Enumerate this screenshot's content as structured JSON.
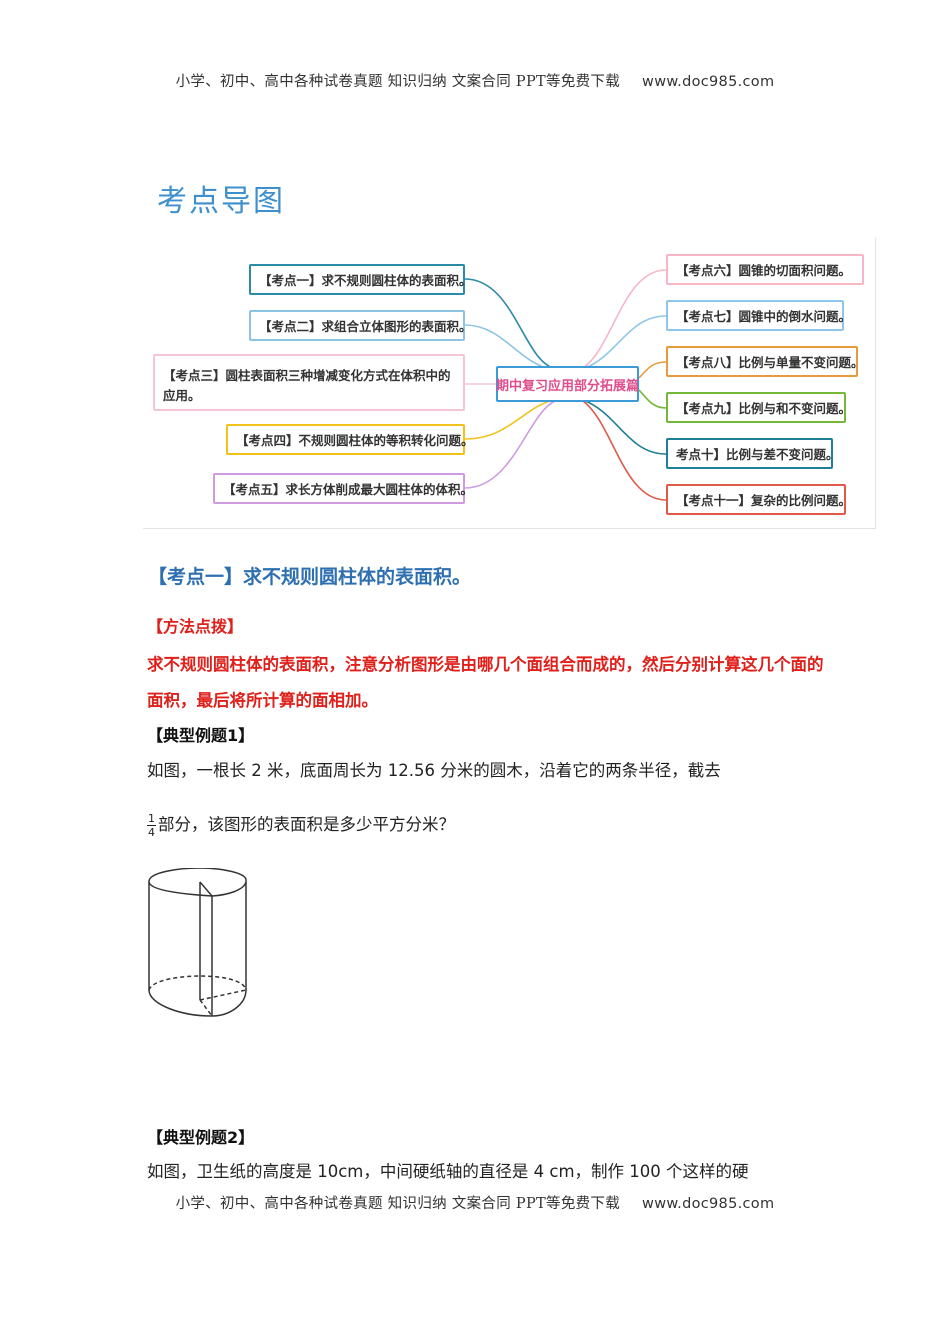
{
  "header": {
    "text": "小学、初中、高中各种试卷真题 知识归纳 文案合同 PPT等免费下载",
    "site": "www.doc985.com"
  },
  "footer": {
    "text": "小学、初中、高中各种试卷真题 知识归纳 文案合同 PPT等免费下载",
    "site": "www.doc985.com"
  },
  "page_title": "考点导图",
  "mindmap": {
    "center": "期中复习应用部分拓展篇",
    "left_nodes": [
      {
        "label": "【考点一】求不规则圆柱体的表面积。",
        "color": "#2b8aa6"
      },
      {
        "label": "【考点二】求组合立体图形的表面积。",
        "color": "#8dc3e3"
      },
      {
        "label": "【考点三】圆柱表面积三种增减变化方式在体积中的应用。",
        "color": "#f4c6d4"
      },
      {
        "label": "【考点四】不规则圆柱体的等积转化问题。",
        "color": "#f0c21a"
      },
      {
        "label": "【考点五】求长方体削成最大圆柱体的体积。",
        "color": "#cf9be0"
      }
    ],
    "right_nodes": [
      {
        "label": "【考点六】圆锥的切面积问题。",
        "color": "#f6b6c6"
      },
      {
        "label": "【考点七】圆锥中的倒水问题。",
        "color": "#8dc6ea"
      },
      {
        "label": "【考点八】比例与单量不变问题。",
        "color": "#e79a3e"
      },
      {
        "label": "【考点九】比例与和不变问题。",
        "color": "#73b83b"
      },
      {
        "label": "考点十】比例与差不变问题。",
        "color": "#1f7f94"
      },
      {
        "label": "【考点十一】复杂的比例问题。",
        "color": "#e05a4a"
      }
    ]
  },
  "section1": {
    "title": "【考点一】求不规则圆柱体的表面积。",
    "method_heading": "【方法点拨】",
    "method_text": "求不规则圆柱体的表面积，注意分析图形是由哪几个面组合而成的，然后分别计算这几个面的面积，最后将所计算的面相加。",
    "example1_heading": "【典型例题1】",
    "example1_line1": "如图，一根长 2 米，底面周长为 12.56 分米的圆木，沿着它的两条半径，截去",
    "fraction_num": "1",
    "fraction_den": "4",
    "example1_line2": "部分，该图形的表面积是多少平方分米？",
    "example2_heading": "【典型例题2】",
    "example2_line1": "如图，卫生纸的高度是 10cm，中间硬纸轴的直径是 4 cm，制作 100 个这样的硬"
  }
}
